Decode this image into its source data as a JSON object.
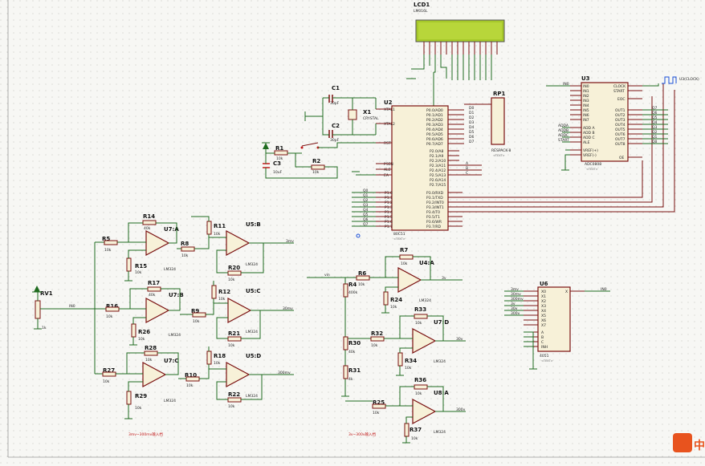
{
  "lcd": {
    "ref": "LCD1",
    "model": "LM016L"
  },
  "u2": {
    "ref": "U2",
    "model": "80C51",
    "text": "<TEXT>",
    "pins_left": [
      "XTAL1",
      "XTAL2",
      "RST",
      "PSEN",
      "ALE",
      "EA"
    ],
    "pins_p0": [
      "P0.0/AD0",
      "P0.1/AD1",
      "P0.2/AD2",
      "P0.3/AD3",
      "P0.4/AD4",
      "P0.5/AD5",
      "P0.6/AD6",
      "P0.7/AD7"
    ],
    "pins_p2": [
      "P2.0/A8",
      "P2.1/A9",
      "P2.2/A10",
      "P2.3/A11",
      "P2.4/A12",
      "P2.5/A13",
      "P2.6/A14",
      "P2.7/A15"
    ],
    "pins_p3": [
      "P3.0/RXD",
      "P3.1/TXD",
      "P3.2/INT0",
      "P3.3/INT1",
      "P3.4/T0",
      "P3.5/T1",
      "P3.6/WR",
      "P3.7/RD"
    ],
    "pins_p1": [
      "P1.0",
      "P1.1",
      "P1.2",
      "P1.3",
      "P1.4",
      "P1.5",
      "P1.6",
      "P1.7"
    ]
  },
  "u3": {
    "ref": "U3",
    "model": "ADC0808",
    "text": "<TEXT>",
    "pins_left": [
      "IN0",
      "IN1",
      "IN2",
      "IN3",
      "IN4",
      "IN5",
      "IN6",
      "IN7",
      "ADD A",
      "ADD B",
      "ADD C",
      "ALE",
      "VREF(+)",
      "VREF(-)"
    ],
    "pins_right": [
      "CLOCK",
      "START",
      "EOC",
      "OUT1",
      "OUT2",
      "OUT3",
      "OUT4",
      "OUT5",
      "OUT6",
      "OUT7",
      "OUT8",
      "OE"
    ],
    "input_net": "IN0",
    "addr_nets": [
      "ADDA",
      "ADDB",
      "ADDC",
      "START"
    ]
  },
  "clock": {
    "label": "U3(CLOCK)"
  },
  "rp1": {
    "ref": "RP1",
    "model": "RESPACK-8",
    "text": "<TEXT>"
  },
  "u6": {
    "ref": "U6",
    "model": "4051",
    "text": "<TEXT>",
    "pins_left": [
      "X0",
      "X1",
      "X2",
      "X3",
      "X4",
      "X5",
      "X6",
      "X7",
      "A",
      "B",
      "C",
      "INH"
    ],
    "pins_right": [
      "X"
    ],
    "in_nets": [
      "3mv",
      "30mv",
      "300mv",
      "3v",
      "30v",
      "300v"
    ],
    "out_net": "IN0"
  },
  "crystal": {
    "ref": "X1",
    "model": "CRYSTAL"
  },
  "c1": {
    "ref": "C1",
    "value": "30pF"
  },
  "c2": {
    "ref": "C2",
    "value": "30pF"
  },
  "c3": {
    "ref": "C3",
    "value": "10uF"
  },
  "r1": {
    "ref": "R1",
    "value": "10k"
  },
  "r2": {
    "ref": "R2",
    "value": "10k"
  },
  "rv1": {
    "ref": "RV1",
    "value": "1k"
  },
  "amps": [
    {
      "ref": "U7:A",
      "model": "LM324"
    },
    {
      "ref": "U5:B",
      "model": "LM324"
    },
    {
      "ref": "U7:B",
      "model": "LM324"
    },
    {
      "ref": "U5:C",
      "model": "LM324"
    },
    {
      "ref": "U7:C",
      "model": "LM324"
    },
    {
      "ref": "U5:D",
      "model": "LM324"
    },
    {
      "ref": "U4:A",
      "model": "LM324"
    },
    {
      "ref": "U7:D",
      "model": "LM324"
    },
    {
      "ref": "U8:A",
      "model": "LM324"
    }
  ],
  "resistors": [
    {
      "ref": "R14",
      "value": "40k"
    },
    {
      "ref": "R5",
      "value": "10k"
    },
    {
      "ref": "R15",
      "value": "10k"
    },
    {
      "ref": "R8",
      "value": "10k"
    },
    {
      "ref": "R11",
      "value": "10k"
    },
    {
      "ref": "R20",
      "value": "10k"
    },
    {
      "ref": "R17",
      "value": "40k"
    },
    {
      "ref": "R16",
      "value": "10k"
    },
    {
      "ref": "R26",
      "value": "10k"
    },
    {
      "ref": "R9",
      "value": "10k"
    },
    {
      "ref": "R12",
      "value": "10k"
    },
    {
      "ref": "R21",
      "value": "10k"
    },
    {
      "ref": "R28",
      "value": "10k"
    },
    {
      "ref": "R27",
      "value": "10k"
    },
    {
      "ref": "R29",
      "value": "10k"
    },
    {
      "ref": "R10",
      "value": "10k"
    },
    {
      "ref": "R18",
      "value": "10k"
    },
    {
      "ref": "R22",
      "value": "10k"
    },
    {
      "ref": "R7",
      "value": "10k"
    },
    {
      "ref": "R6",
      "value": "10k"
    },
    {
      "ref": "R4",
      "value": "400k"
    },
    {
      "ref": "R24",
      "value": "10k"
    },
    {
      "ref": "R33",
      "value": "10k"
    },
    {
      "ref": "R32",
      "value": "10k"
    },
    {
      "ref": "R30",
      "value": "40k"
    },
    {
      "ref": "R34",
      "value": "10k"
    },
    {
      "ref": "R31",
      "value": "4k"
    },
    {
      "ref": "R36",
      "value": "10k"
    },
    {
      "ref": "R25",
      "value": "10k"
    },
    {
      "ref": "R37",
      "value": "10k"
    }
  ],
  "nets": {
    "in0": "IN0",
    "vin": "vin",
    "out_3mv": "3mv",
    "out_30mv": "30mv",
    "out_300mv": "300mv",
    "out_3v": "3v",
    "out_30v": "30v",
    "out_300v": "300v"
  },
  "port_labels": {
    "p0": [
      "D0",
      "D1",
      "D2",
      "D3",
      "D4",
      "D5",
      "D6",
      "D7"
    ],
    "p1": [
      "Q0",
      "Q1",
      "Q2",
      "Q3",
      "Q4",
      "Q5",
      "Q6",
      "Q7"
    ],
    "adc_out": [
      "Q7",
      "Q6",
      "Q5",
      "Q4",
      "Q3",
      "Q2",
      "Q1",
      "Q0"
    ],
    "p2": [
      "A",
      "B",
      "C"
    ]
  },
  "captions": {
    "left": "3mv~300mv输入档",
    "mid": "3v~300v输入档"
  },
  "watermark": "中",
  "colors": {
    "wire": "#1f6b1f",
    "part": "#7a1010",
    "body": "#f7f1d8",
    "lcd": "#a6c82a",
    "bg": "#f7f7f4"
  }
}
